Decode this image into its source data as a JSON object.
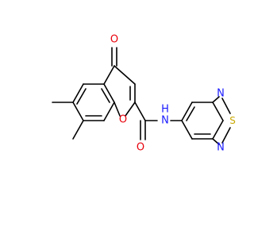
{
  "molecule": {
    "atoms": [
      {
        "symbol": "O",
        "color": "#e8000b"
      },
      {
        "symbol": "O",
        "color": "#e8000b"
      },
      {
        "symbol": "O",
        "color": "#e8000b"
      },
      {
        "symbol": "N",
        "color": "#1a1aff"
      },
      {
        "symbol": "H",
        "color": "#1a1aff"
      },
      {
        "symbol": "N",
        "color": "#1a1aff"
      },
      {
        "symbol": "N",
        "color": "#1a1aff"
      },
      {
        "symbol": "S",
        "color": "#c8a800"
      }
    ]
  }
}
